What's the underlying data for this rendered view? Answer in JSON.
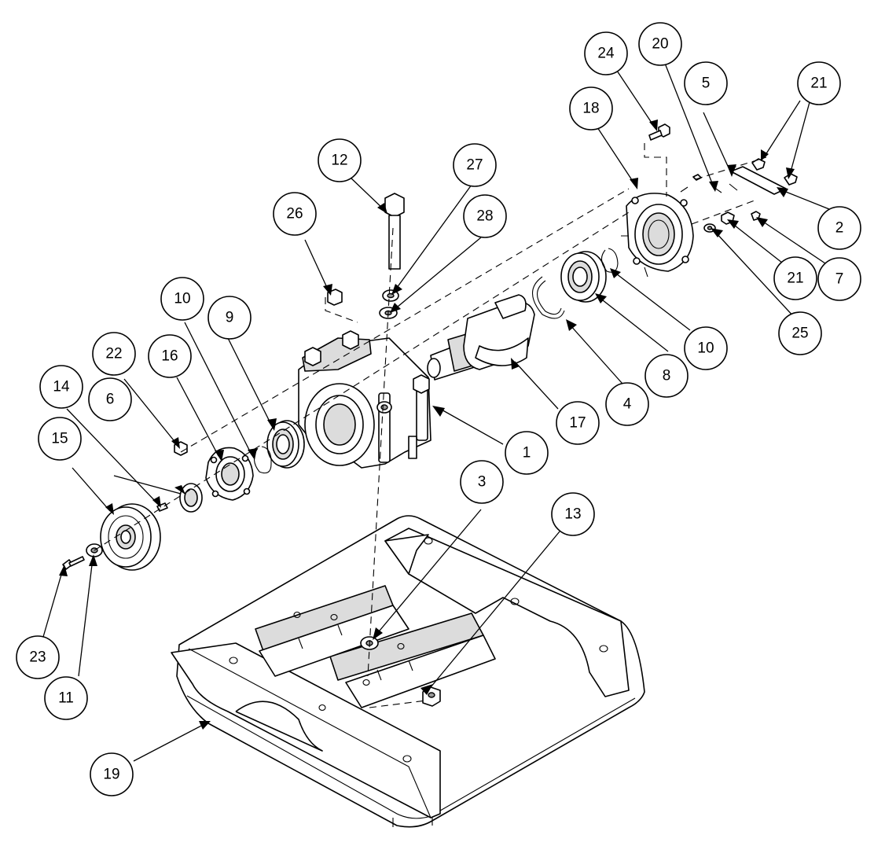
{
  "callouts": [
    {
      "id": "c1",
      "label": "1"
    },
    {
      "id": "c2",
      "label": "2"
    },
    {
      "id": "c3",
      "label": "3"
    },
    {
      "id": "c4",
      "label": "4"
    },
    {
      "id": "c5",
      "label": "5"
    },
    {
      "id": "c6",
      "label": "6"
    },
    {
      "id": "c7",
      "label": "7"
    },
    {
      "id": "c8",
      "label": "8"
    },
    {
      "id": "c9",
      "label": "9"
    },
    {
      "id": "c10a",
      "label": "10"
    },
    {
      "id": "c10b",
      "label": "10"
    },
    {
      "id": "c11",
      "label": "11"
    },
    {
      "id": "c12",
      "label": "12"
    },
    {
      "id": "c13",
      "label": "13"
    },
    {
      "id": "c14",
      "label": "14"
    },
    {
      "id": "c15",
      "label": "15"
    },
    {
      "id": "c16",
      "label": "16"
    },
    {
      "id": "c17",
      "label": "17"
    },
    {
      "id": "c18",
      "label": "18"
    },
    {
      "id": "c19",
      "label": "19"
    },
    {
      "id": "c20",
      "label": "20"
    },
    {
      "id": "c21a",
      "label": "21"
    },
    {
      "id": "c21b",
      "label": "21"
    },
    {
      "id": "c22",
      "label": "22"
    },
    {
      "id": "c23",
      "label": "23"
    },
    {
      "id": "c24",
      "label": "24"
    },
    {
      "id": "c25",
      "label": "25"
    },
    {
      "id": "c26",
      "label": "26"
    },
    {
      "id": "c27",
      "label": "27"
    },
    {
      "id": "c28",
      "label": "28"
    }
  ]
}
